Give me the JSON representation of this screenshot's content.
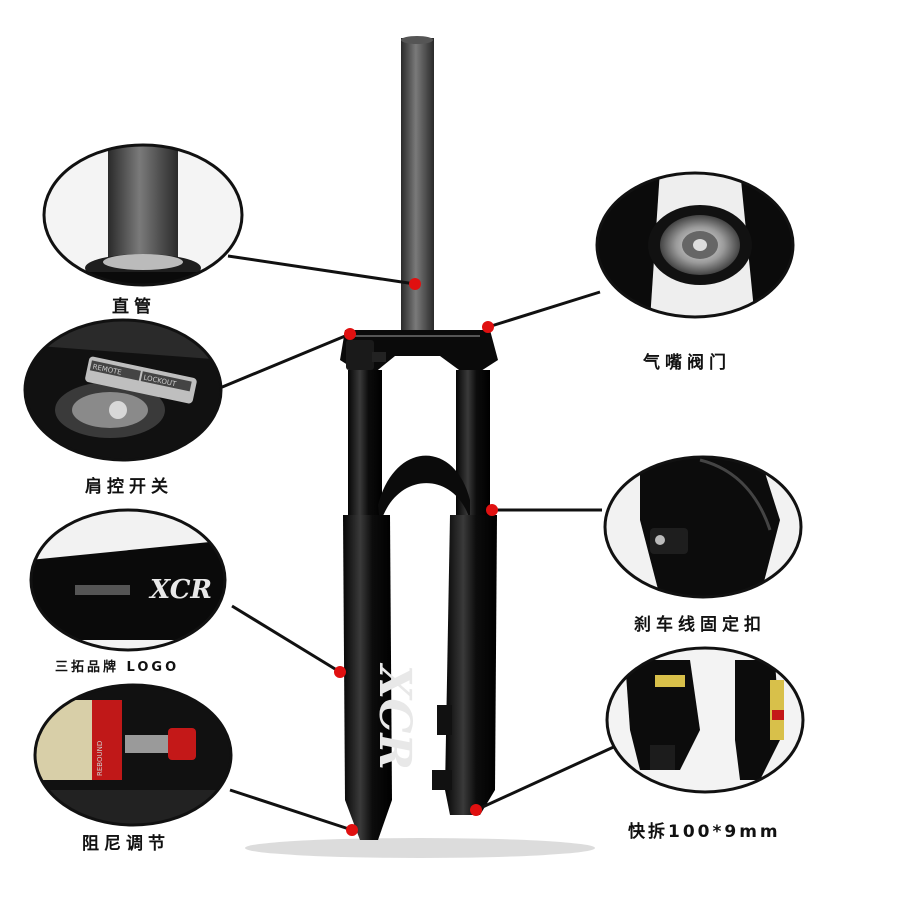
{
  "callouts": [
    {
      "id": "steerer",
      "label": "直管"
    },
    {
      "id": "air-valve",
      "label": "气嘴阀门"
    },
    {
      "id": "lockout",
      "label": "肩控开关"
    },
    {
      "id": "brake-clip",
      "label": "刹车线固定扣"
    },
    {
      "id": "brand-logo",
      "label": "三拓品牌 LOGO"
    },
    {
      "id": "rebound",
      "label": "阻尼调节"
    },
    {
      "id": "quick-release",
      "label": "快拆100*9mm"
    }
  ],
  "product": {
    "brand_mark": "XCR",
    "lockout_tags": [
      "REMOTE",
      "LOCKOUT"
    ],
    "rebound_text": "REBOUND"
  },
  "colors": {
    "marker": "#e01010",
    "leader": "#111111",
    "fork_body": "#0b0b0b",
    "steerer": "#3a3a3a"
  }
}
